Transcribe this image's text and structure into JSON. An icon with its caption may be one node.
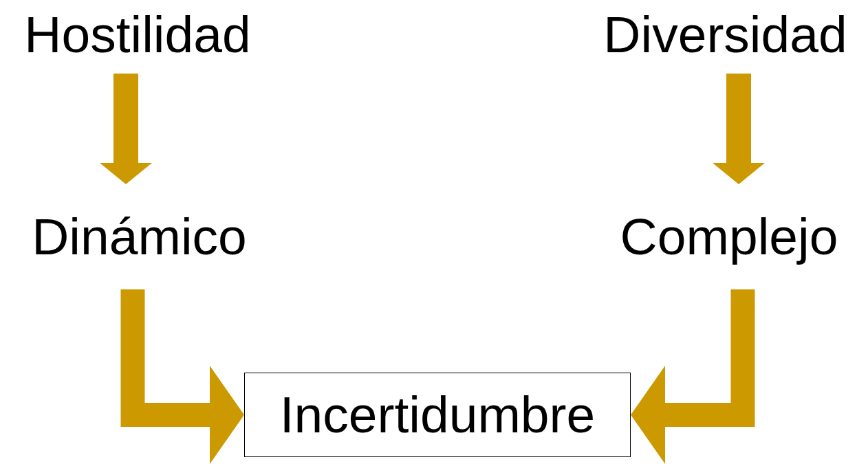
{
  "diagram": {
    "nodes": [
      {
        "text": [
          "Hostilidad"
        ]
      },
      {
        "text": [
          "Diversidad"
        ]
      },
      {
        "text": [
          "Dinámico"
        ]
      },
      {
        "text": [
          "Complejo"
        ]
      },
      {
        "text": [
          "Incertidumbre"
        ]
      }
    ],
    "edges": [
      {
        "from": 0,
        "to": 2,
        "arrow": "to",
        "color": "#cc9900"
      },
      {
        "from": 1,
        "to": 3,
        "arrow": "to",
        "color": "#cc9900"
      },
      {
        "from": 2,
        "to": 4,
        "arrow": "to",
        "color": "#cc9900"
      },
      {
        "from": 3,
        "to": 4,
        "arrow": "to",
        "color": "#cc9900"
      }
    ]
  }
}
